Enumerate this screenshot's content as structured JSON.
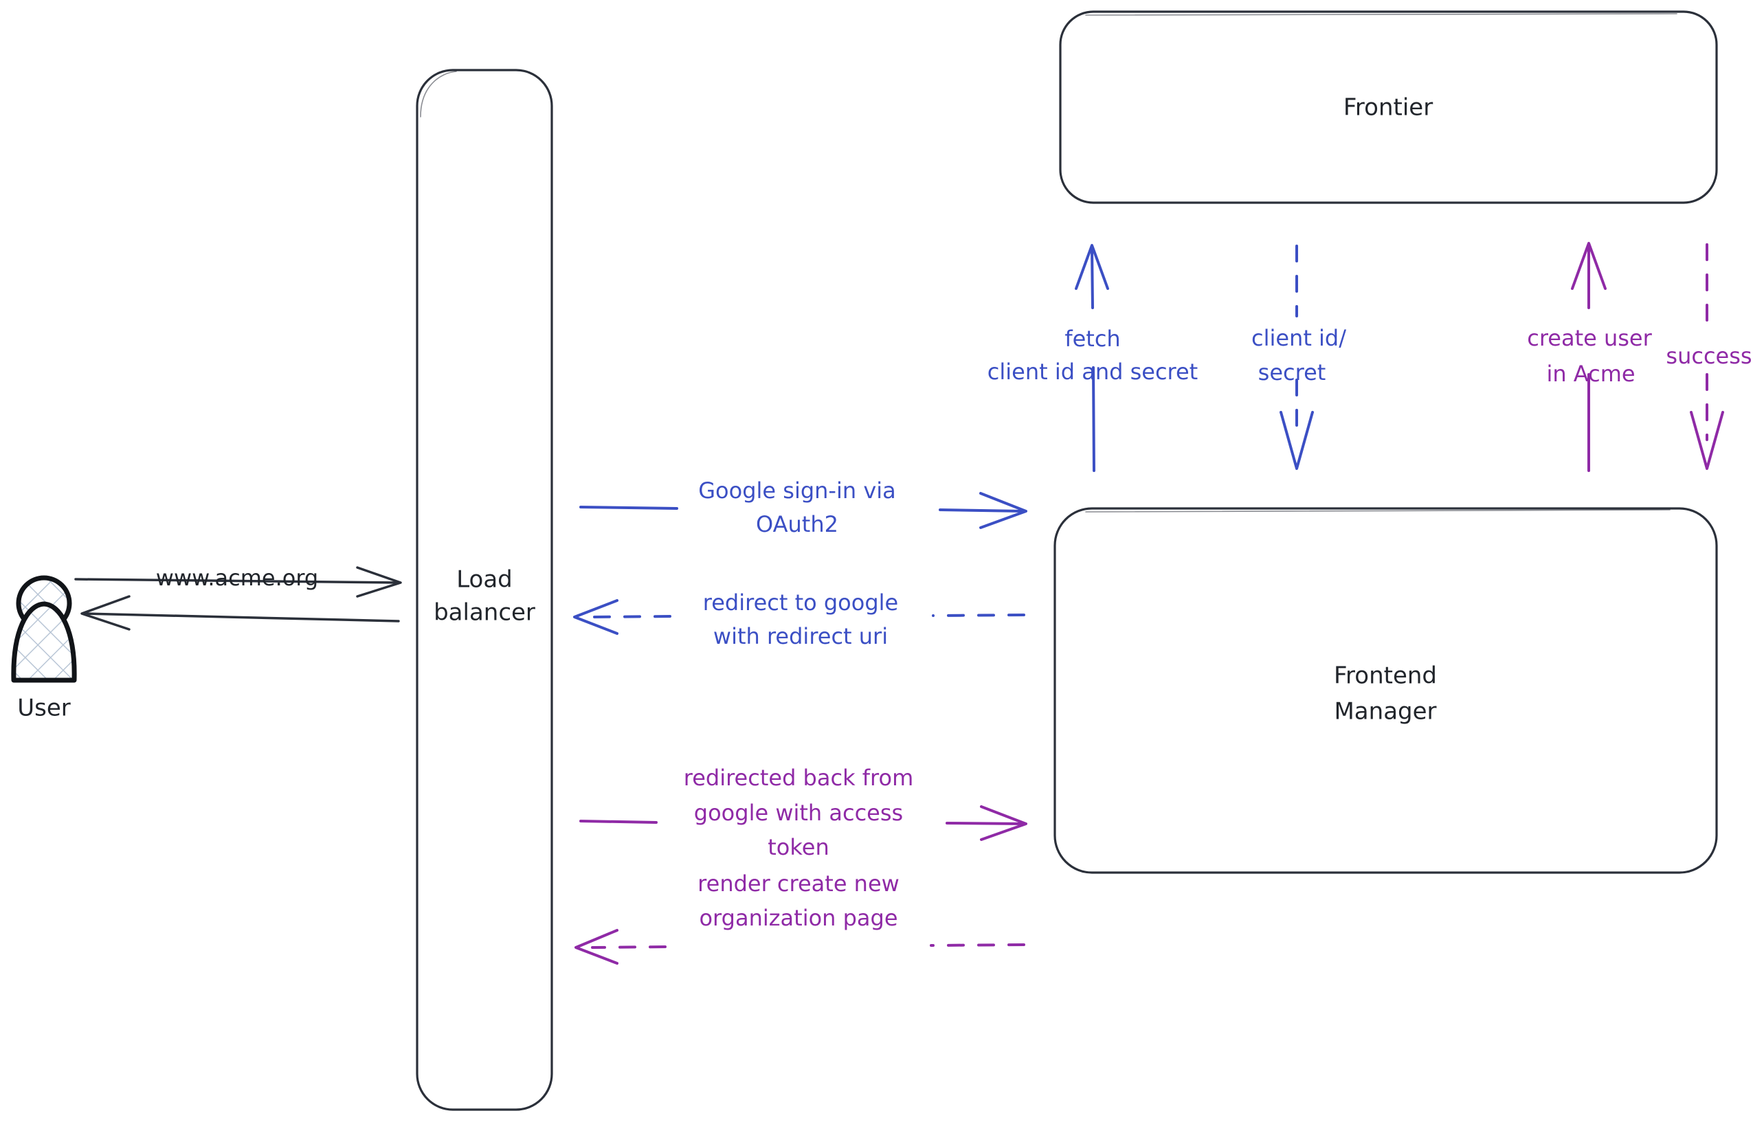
{
  "diagram": {
    "title": "Acme Google OAuth2 sign-in sequence",
    "colors": {
      "blue": "#3b4fc4",
      "purple": "#8f2aa6",
      "dark": "#2b303a",
      "background": "#ffffff",
      "hatch": "#b9c6d6"
    }
  },
  "actors": {
    "user": {
      "label": "User",
      "icon": "person-icon"
    }
  },
  "nodes": {
    "load_balancer": {
      "label_line1": "Load",
      "label_line2": "balancer"
    },
    "frontier": {
      "label": "Frontier"
    },
    "frontend_manager": {
      "label_line1": "Frontend",
      "label_line2": "Manager"
    }
  },
  "edges": {
    "user_to_lb": {
      "label": "www.acme.org",
      "style": "solid",
      "color": "#2b303a",
      "direction": "right"
    },
    "lb_to_user": {
      "label": "",
      "style": "solid",
      "color": "#2b303a",
      "direction": "left"
    },
    "lb_to_fm_signin": {
      "label_line1": "Google sign-in via",
      "label_line2": "OAuth2",
      "style": "solid",
      "color": "#3b4fc4",
      "direction": "right"
    },
    "fm_to_lb_redirect": {
      "label_line1": "redirect to google",
      "label_line2": "with redirect uri",
      "style": "dashed",
      "color": "#3b4fc4",
      "direction": "left"
    },
    "lb_to_fm_token": {
      "label_line1": "redirected back from",
      "label_line2": "google with access",
      "label_line3": "token",
      "style": "solid",
      "color": "#8f2aa6",
      "direction": "right"
    },
    "fm_to_lb_render": {
      "label_line1": "render create new",
      "label_line2": "organization page",
      "style": "dashed",
      "color": "#8f2aa6",
      "direction": "left"
    },
    "fm_to_frontier_fetch": {
      "label_line1": "fetch",
      "label_line2": "client id and secret",
      "style": "solid",
      "color": "#3b4fc4",
      "direction": "up"
    },
    "frontier_to_fm_creds": {
      "label_line1": "client id/",
      "label_line2": "secret",
      "style": "dashed",
      "color": "#3b4fc4",
      "direction": "down"
    },
    "fm_to_frontier_create": {
      "label_line1": "create user",
      "label_line2": "in Acme",
      "style": "solid",
      "color": "#8f2aa6",
      "direction": "up"
    },
    "frontier_to_fm_success": {
      "label_line1": "success",
      "style": "dashed",
      "color": "#8f2aa6",
      "direction": "down"
    }
  }
}
